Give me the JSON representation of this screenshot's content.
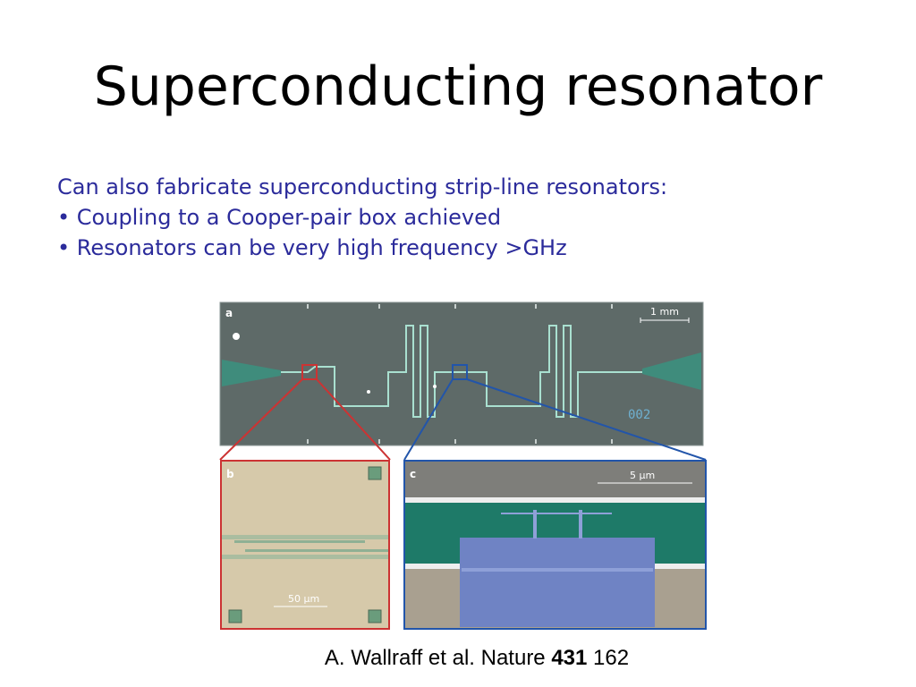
{
  "slide": {
    "title": "Superconducting resonator",
    "intro": "Can also fabricate superconducting strip-line resonators:",
    "bullets": [
      "• Coupling to a Cooper-pair box achieved",
      "• Resonators can be very high frequency >GHz"
    ]
  },
  "figure": {
    "panel_a": {
      "label": "a",
      "scale": "1 mm",
      "chip_mark": "002"
    },
    "panel_b": {
      "label": "b",
      "scale": "50 µm"
    },
    "panel_c": {
      "label": "c",
      "scale": "5 µm"
    },
    "colors": {
      "zoom_b": "#cc3333",
      "zoom_c": "#2255aa"
    }
  },
  "caption": {
    "authors": "A. Wallraff et al. Nature",
    "volume": "431",
    "page": "162"
  }
}
